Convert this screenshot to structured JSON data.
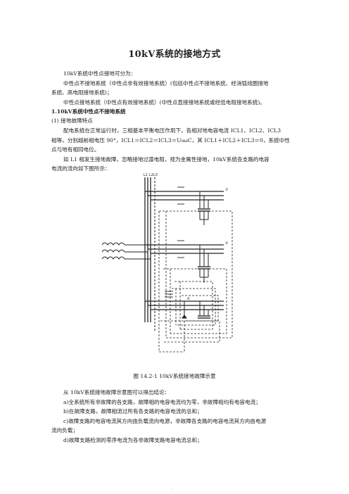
{
  "title": "10kV系统的接地方式",
  "intro": {
    "l1": "10kV系统中性点接地可分为：",
    "l2": "中性点不接地系统（中性点非有效接地系统）(包括中性点不接地系统、经消弧线圈接地",
    "l3": "系统、高电阻接地系统)；",
    "l4": "中性点接地系统（中性点有效接地系统）(中性点直接接地系统或经低电阻接地系统)。"
  },
  "section": {
    "heading": "1.10kV系统中性点不接地系统",
    "sub": "(1) 接地故障特点",
    "p1": "配电系统在正常运行时，三相基本平衡电压作用下，各相对地电容电流 ICL1、ICL2、ICL3",
    "p2": "相等，分别超前相电压 90°，ICL1＝ICL2＝ICL3＝U₀ωC，其 ICL1＋ICL2＋ICL3＝0，系统中性",
    "p3": "点与地有相同电位。",
    "p4": "如 L1 相发生接地故障，忽略接地过渡电阻，视为金属性接地，10kV系统各支路的电容",
    "p5": "电流的流向如下图所示："
  },
  "figure": {
    "caption": "图 14.2-1    10kV系统接地故障示意",
    "labels": {
      "branch1": "①",
      "branch2": "②",
      "fault": "d"
    }
  },
  "conclusions": {
    "lead": "从 10kV系统接地故障示意图可以得出结论：",
    "a": "a)全系统所有非故障的各支路，故障相的电容电流均为零，非故障相均有电容电流；",
    "b": "b)在故障支路，故障相流过所有各支路的电容电流的总和；",
    "c1": "c)故障支路的电容电流其方向由负载流向电源，非故障各支路的电容电流其方向由电源",
    "c2": "流向负载；",
    "d": "d)故障支路检测的零序电流为各非故障支路电容电流总和；"
  },
  "footer_mark": "."
}
